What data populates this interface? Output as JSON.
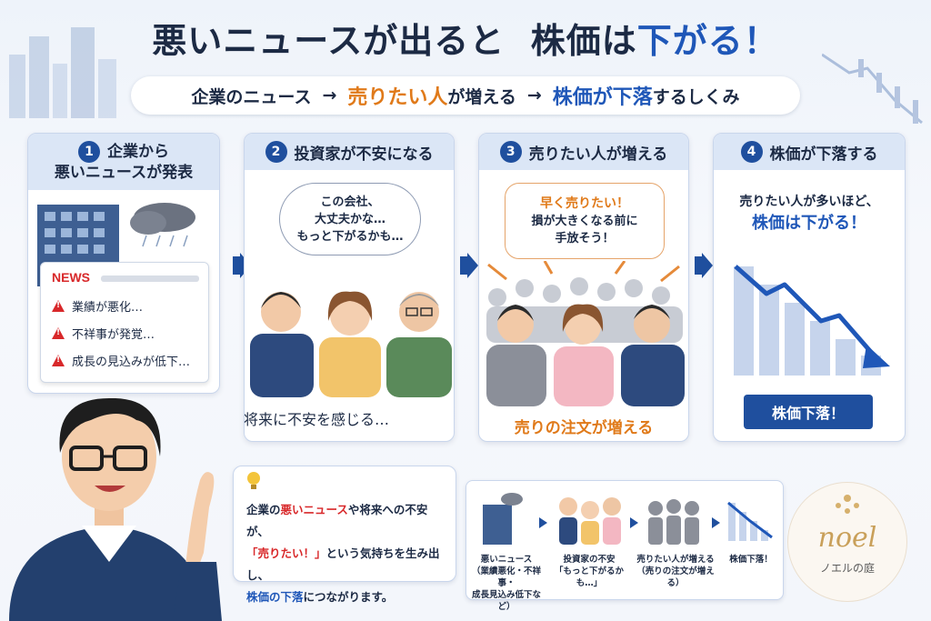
{
  "title": {
    "part1": "悪いニュースが出ると",
    "part2": "株価は",
    "part3": "下がる！"
  },
  "subtitle": {
    "step1": "企業のニュース",
    "arrow": "→",
    "step2a": "売りたい人",
    "step2b": "が増える",
    "step3a": "株価が下落",
    "step3b": "するしくみ"
  },
  "cards": [
    {
      "num": "1",
      "title_line1": "企業から",
      "title_line2": "悪いニュースが発表",
      "news_label": "NEWS",
      "news_items": [
        "業績が悪化…",
        "不祥事が発覚…",
        "成長の見込みが低下…"
      ]
    },
    {
      "num": "2",
      "title": "投資家が不安になる",
      "bubble": [
        "この会社、",
        "大丈夫かな…",
        "もっと下がるかも…"
      ],
      "bottom": "将来に不安を感じる…"
    },
    {
      "num": "3",
      "title": "売りたい人が増える",
      "bubble_highlight": "早く売りたい！",
      "bubble": [
        "損が大きくなる前に",
        "手放そう！"
      ],
      "bottom": "売りの注文が増える"
    },
    {
      "num": "4",
      "title": "株価が下落する",
      "text_line1": "売りたい人が多いほど、",
      "text_line2": "株価は下がる！",
      "button": "株価下落！"
    }
  ],
  "tip": {
    "l1a": "企業の",
    "l1b": "悪いニュース",
    "l1c": "や将来への不安が、",
    "l2a": "「売りたい！」",
    "l2b": "という気持ちを生み出し、",
    "l3a": "株価の下落",
    "l3b": "につながります。"
  },
  "mini_flow": {
    "s1": [
      "悪いニュース",
      "（業績悪化・不祥事・",
      "成長見込み低下など）"
    ],
    "s2": [
      "投資家の不安",
      "「もっと下がるかも…」"
    ],
    "s3": [
      "売りたい人が増える",
      "（売りの注文が増える）"
    ],
    "s4": [
      "株価下落！"
    ]
  },
  "logo": {
    "script": "noel",
    "sub": "ノエルの庭"
  },
  "colors": {
    "navy": "#1f4f9e",
    "blue": "#1f57b8",
    "orange": "#e07a1a",
    "red": "#d8282a",
    "card_head": "#dbe6f6"
  }
}
